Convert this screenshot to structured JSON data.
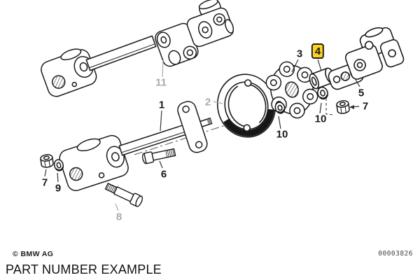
{
  "window": {
    "footer_copyright": "© BMW AG",
    "diagram_code": "00003826",
    "footer_caption": "PART NUMBER EXAMPLE"
  },
  "theme": {
    "highlight-bg": "#FFD21E",
    "highlight-border": "#1f1f1f",
    "label-muted": "#A8ABA8",
    "ink": "#1A1A1A"
  },
  "diagram": {
    "illustration_alt": "Exploded parts drawing of a steering shaft with universal joints and flex disc",
    "highlighted_part": "4",
    "part_labels": [
      {
        "text": "1",
        "muted": false,
        "highlighted": false
      },
      {
        "text": "2",
        "muted": true,
        "highlighted": false
      },
      {
        "text": "3",
        "muted": false,
        "highlighted": false
      },
      {
        "text": "4",
        "muted": false,
        "highlighted": true
      },
      {
        "text": "5",
        "muted": false,
        "highlighted": false
      },
      {
        "text": "6",
        "muted": false,
        "highlighted": false
      },
      {
        "text": "7",
        "muted": false,
        "highlighted": false
      },
      {
        "text": "7",
        "muted": false,
        "highlighted": false
      },
      {
        "text": "8",
        "muted": true,
        "highlighted": false
      },
      {
        "text": "9",
        "muted": false,
        "highlighted": false
      },
      {
        "text": "10",
        "muted": false,
        "highlighted": false
      },
      {
        "text": "10",
        "muted": false,
        "highlighted": false
      },
      {
        "text": "11",
        "muted": true,
        "highlighted": false
      }
    ]
  }
}
